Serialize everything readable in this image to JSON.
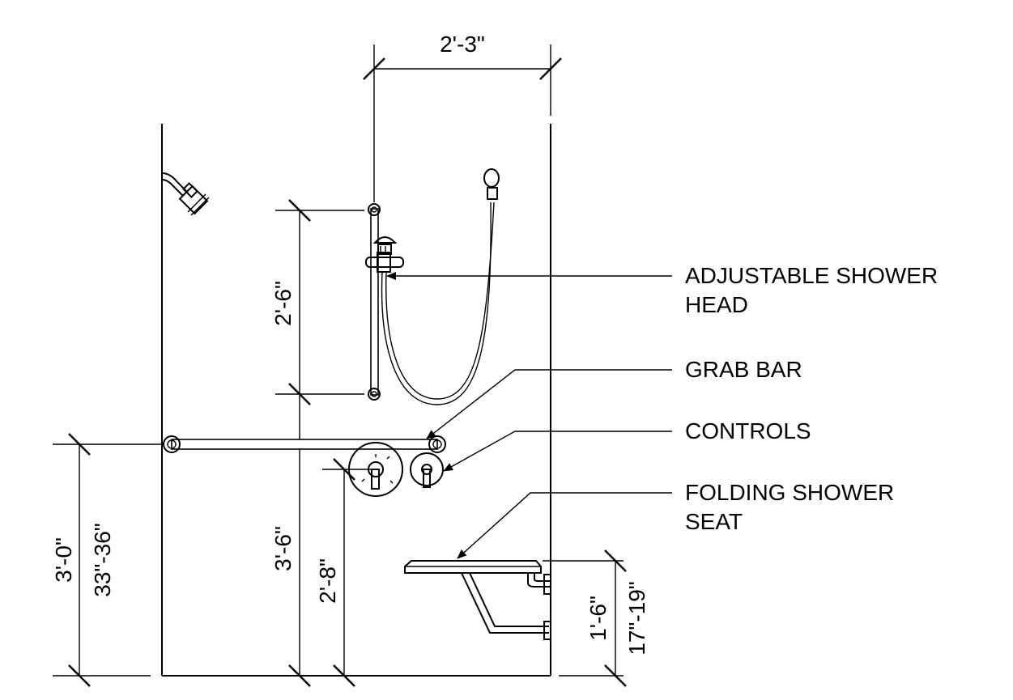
{
  "dimensions": {
    "width_top": "2'-3\"",
    "grab_bar_vertical": "2'-6\"",
    "grab_bar_height": "3'-0\"",
    "grab_bar_range": "33\"-36\"",
    "head_bar_bottom": "3'-6\"",
    "controls_height": "2'-8\"",
    "seat_height": "1'-6\"",
    "seat_range": "17\"-19\""
  },
  "labels": {
    "shower_head_line1": "ADJUSTABLE SHOWER",
    "shower_head_line2": "HEAD",
    "grab_bar": "GRAB BAR",
    "controls": "CONTROLS",
    "seat_line1": "FOLDING SHOWER",
    "seat_line2": "SEAT"
  }
}
